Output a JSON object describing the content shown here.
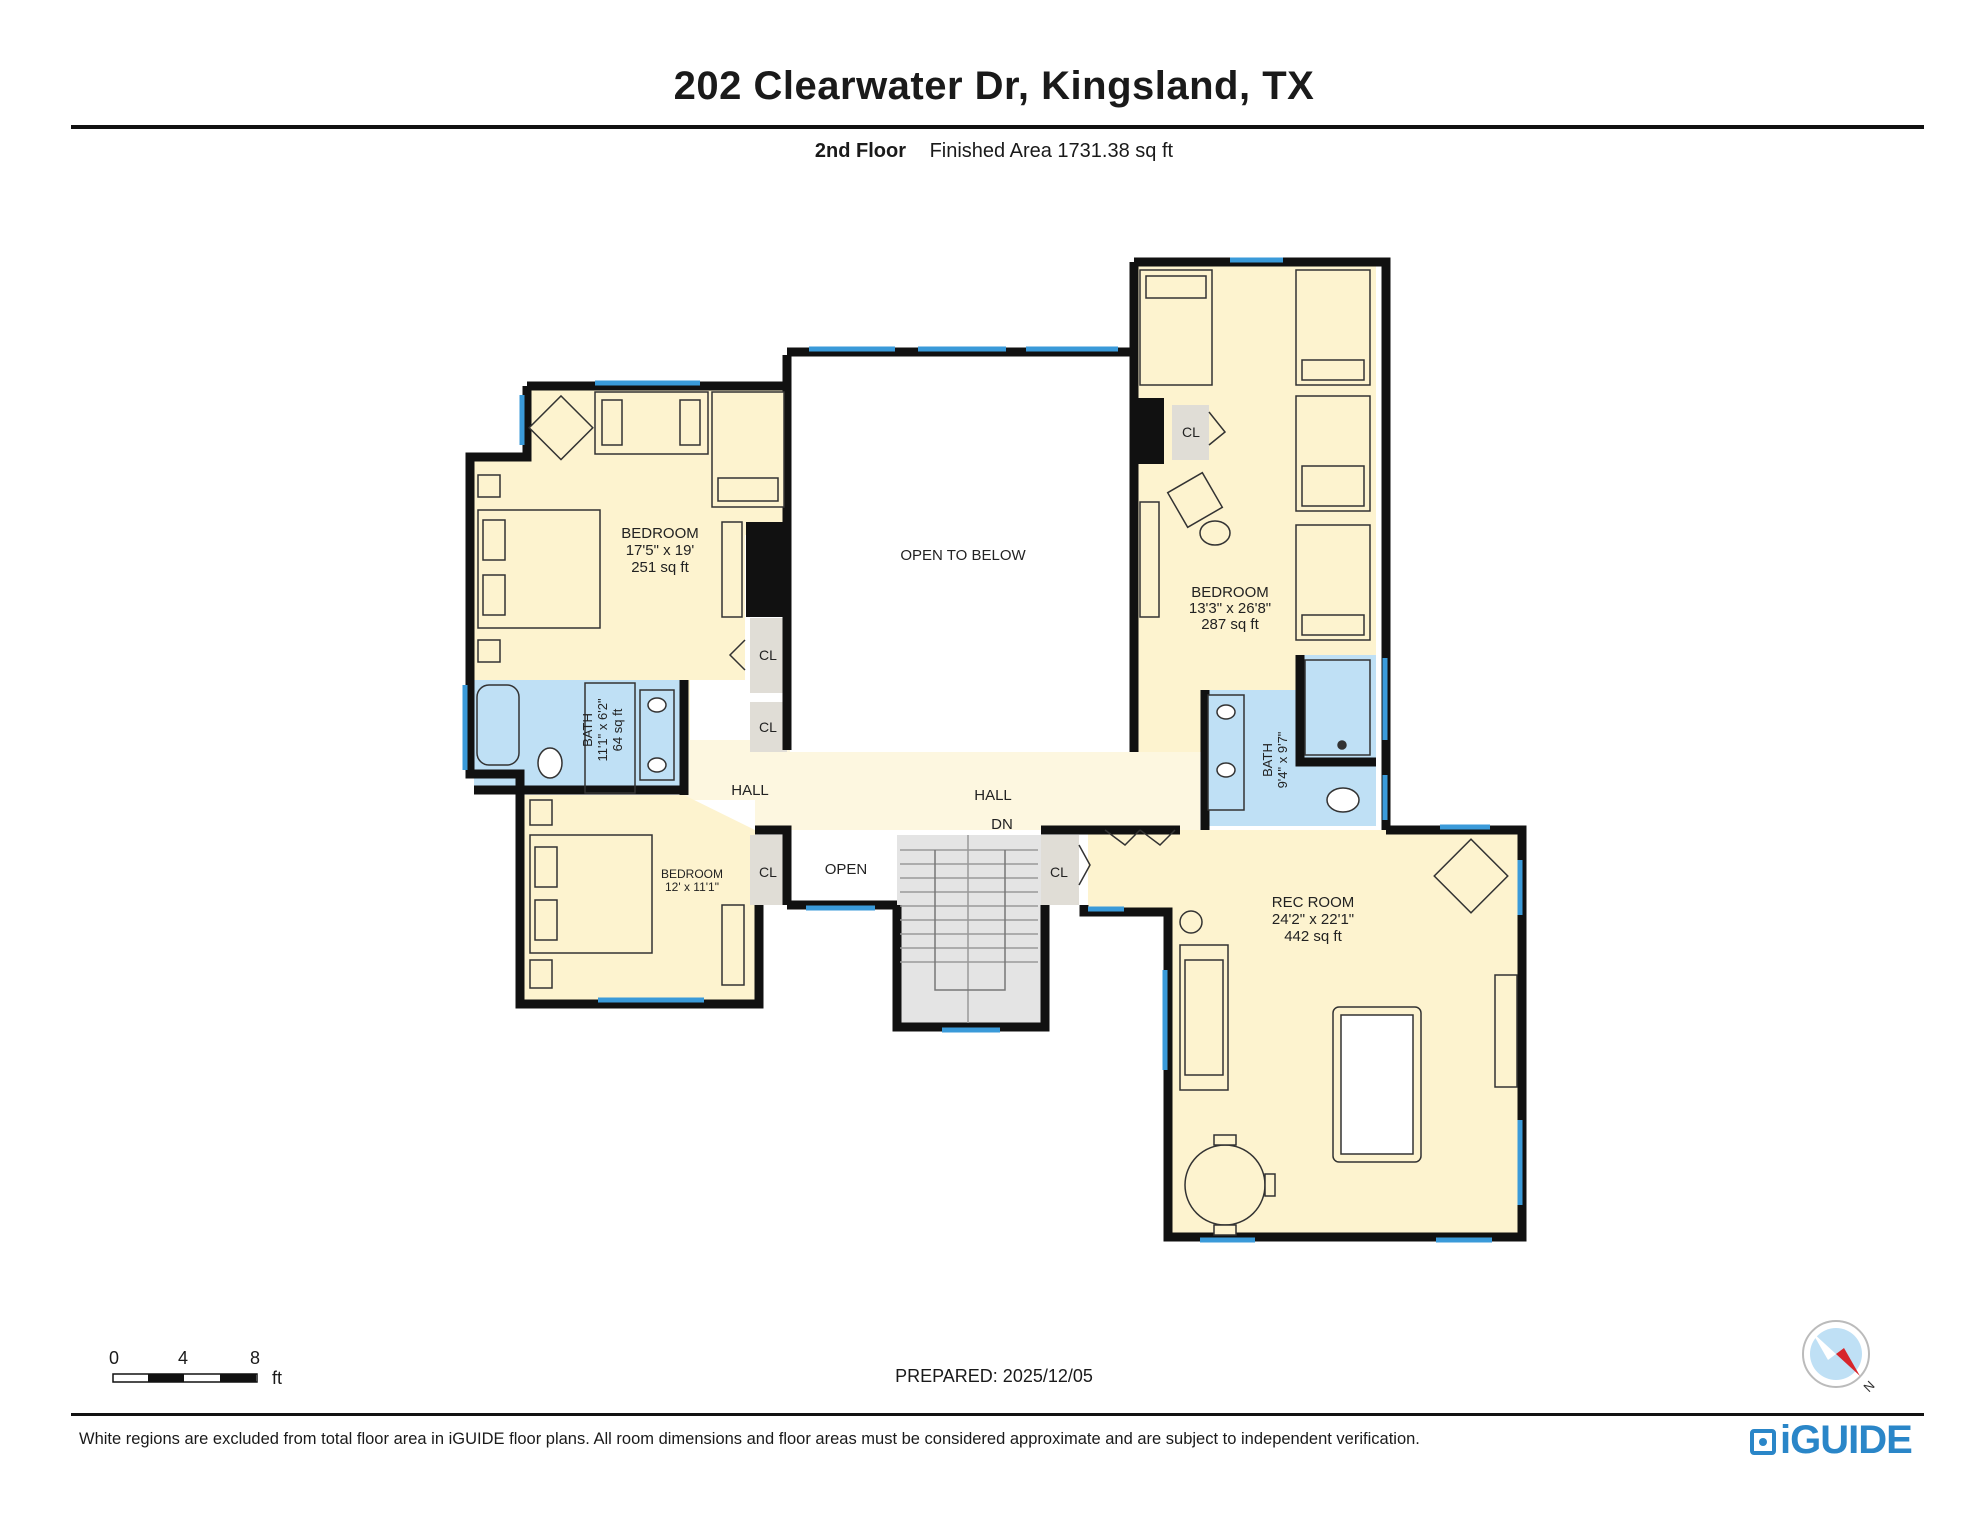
{
  "header": {
    "address": "202 Clearwater Dr, Kingsland, TX",
    "floor": "2nd Floor",
    "finished_area": "Finished Area 1731.38 sq ft"
  },
  "rooms": {
    "bedroom_main": {
      "name": "BEDROOM",
      "dims": "17'5\" x 19'",
      "area": "251 sq ft"
    },
    "bedroom_right": {
      "name": "BEDROOM",
      "dims": "13'3\" x 26'8\"",
      "area": "287 sq ft"
    },
    "bedroom_small": {
      "name": "BEDROOM",
      "dims": "12' x 11'1\""
    },
    "bath_left": {
      "name": "BATH",
      "dims": "11'1\" x 6'2\"",
      "area": "64 sq ft"
    },
    "bath_right": {
      "name": "BATH",
      "dims": "9'4\" x 9'7\""
    },
    "rec_room": {
      "name": "REC ROOM",
      "dims": "24'2\" x 22'1\"",
      "area": "442 sq ft"
    },
    "open_to_below": "OPEN TO BELOW",
    "open": "OPEN",
    "hall_left": "HALL",
    "hall_center": "HALL",
    "stairs_down": "DN",
    "closet": "CL"
  },
  "scale": {
    "ticks": [
      "0",
      "4",
      "8"
    ],
    "unit": "ft"
  },
  "prepared": "PREPARED: 2025/12/05",
  "disclaimer": "White regions are excluded from total floor area in iGUIDE floor plans. All room dimensions and floor areas must be considered approximate and are subject to independent verification.",
  "brand": "iGUIDE",
  "compass": {
    "label": "N",
    "icon": "compass-icon"
  },
  "colors": {
    "wall": "#111111",
    "window": "#3a9ad9",
    "room_fill": "#fdf3cf",
    "bath_fill": "#bfe0f5",
    "closet_fill": "#e0ddd6",
    "stairs_fill": "#e4e4e4",
    "hall_fill": "#fdf7e0"
  }
}
